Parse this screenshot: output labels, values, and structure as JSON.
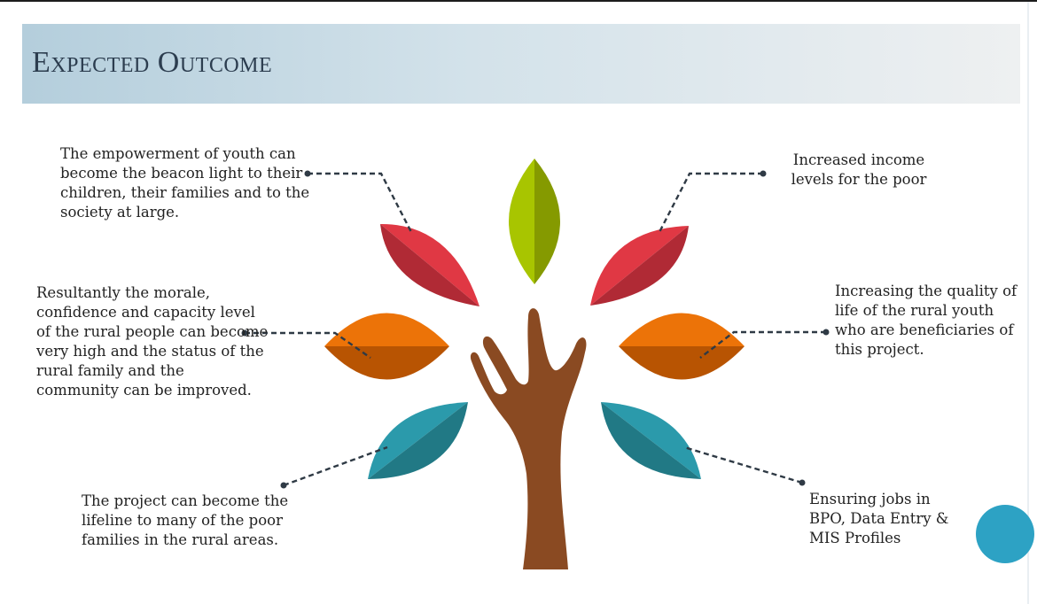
{
  "title": "Expected Outcome",
  "colors": {
    "header_start": "#b4cedc",
    "header_end": "#eef0f1",
    "trunk": "#8a4a22",
    "leaf_green": "#a8c500",
    "leaf_red": "#e03844",
    "leaf_orange": "#ec7308",
    "leaf_teal": "#2b9aab",
    "accent_circle": "#2da2c4",
    "connector": "#2f3a45"
  },
  "outcomes": {
    "top_left": "The empowerment of youth can become the beacon light to their children, their families and to the society at large.",
    "mid_left": "Resultantly the morale, confidence and capacity level of the rural people can become very high and the status of the rural family and the community can be improved.",
    "bottom_left": "The project can become the lifeline to many of the poor families in the rural areas.",
    "top_right": "Increased income levels for the poor",
    "mid_right": "Increasing the quality of life of the rural youth who are beneficiaries of this project.",
    "bottom_right": "Ensuring jobs in BPO, Data Entry & MIS Profiles"
  }
}
